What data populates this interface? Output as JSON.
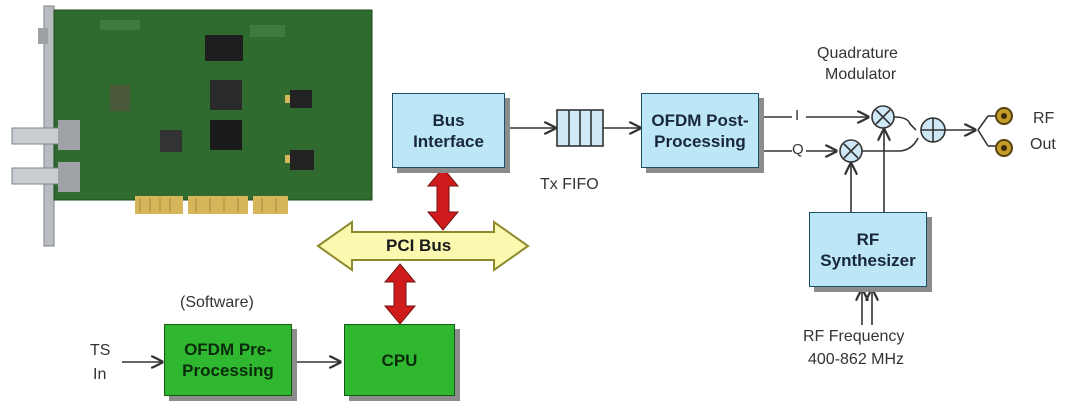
{
  "blocks": {
    "bus_interface": "Bus Interface",
    "ofdm_post": "OFDM Post-Processing",
    "rf_synth": "RF Synthesizer",
    "ofdm_pre": "OFDM Pre-Processing",
    "cpu": "CPU"
  },
  "labels": {
    "pci_bus": "PCI Bus",
    "tx_fifo": "Tx FIFO",
    "quad_line1": "Quadrature",
    "quad_line2": "Modulator",
    "i_label": "I",
    "q_label": "Q",
    "rf_out_line1": "RF",
    "rf_out_line2": "Out",
    "rf_freq_line1": "RF Frequency",
    "rf_freq_line2": "400-862 MHz",
    "software": "(Software)",
    "ts_line1": "TS",
    "ts_line2": "In"
  },
  "colors": {
    "block_blue": "#bde6f6",
    "block_green": "#2fb82f",
    "bus_yellow": "#fbf9b0",
    "arrow_red": "#cf1b1b",
    "pcb_green": "#2f6b2f"
  },
  "image": {
    "subject": "pci-card-photo"
  }
}
